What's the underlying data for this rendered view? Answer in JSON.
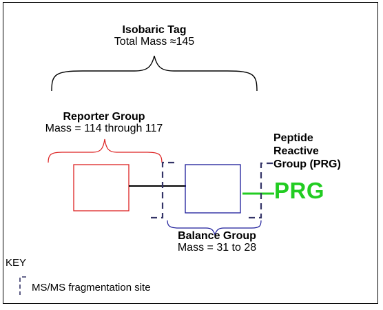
{
  "isobaric_tag": {
    "title": "Isobaric Tag",
    "subtitle": "Total Mass ≈145"
  },
  "reporter_group": {
    "title": "Reporter Group",
    "subtitle": "Mass = 114 through 117"
  },
  "balance_group": {
    "title": "Balance Group",
    "subtitle": "Mass = 31 to 28"
  },
  "peptide_reactive_group": {
    "line1": "Peptide",
    "line2": "Reactive",
    "line3": "Group (PRG)"
  },
  "prg_label": "PRG",
  "key": {
    "title": "KEY",
    "item_label": "MS/MS fragmentation site"
  },
  "colors": {
    "reporter": "#dd2222",
    "balance": "#1a1a99",
    "prg": "#22cc22",
    "fragmentation_site": "#333366",
    "line": "#000000"
  }
}
